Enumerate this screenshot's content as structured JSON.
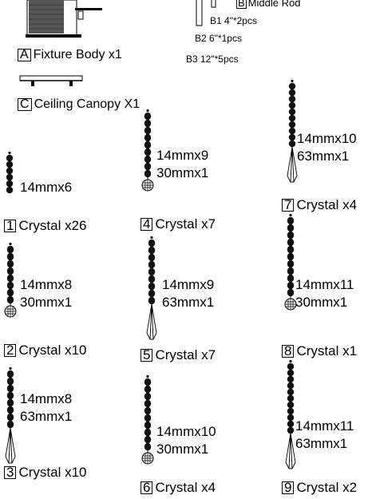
{
  "parts": {
    "a": {
      "letter": "A",
      "label": "Fixture Body  x1"
    },
    "b": {
      "letter": "B",
      "label": "Middle Rod",
      "b1": "B1   4\"*2pcs",
      "b2": "B2   6\"*1pcs",
      "b3": "B3   12\"*5pcs"
    },
    "c": {
      "letter": "C",
      "label": "Ceiling Canopy X1"
    }
  },
  "crystals": [
    {
      "num": "1",
      "lines": [
        "14mmx6"
      ],
      "label": "Crystal x26"
    },
    {
      "num": "2",
      "lines": [
        "14mmx8",
        "30mmx1"
      ],
      "label": "Crystal x10"
    },
    {
      "num": "3",
      "lines": [
        "14mmx8",
        "63mmx1"
      ],
      "label": "Crystal x10"
    },
    {
      "num": "4",
      "lines": [
        "14mmx9",
        "30mmx1"
      ],
      "label": "Crystal x7"
    },
    {
      "num": "5",
      "lines": [
        "14mmx9",
        "63mmx1"
      ],
      "label": "Crystal x7"
    },
    {
      "num": "6",
      "lines": [
        "14mmx10",
        "30mmx1"
      ],
      "label": "Crystal x4"
    },
    {
      "num": "7",
      "lines": [
        "14mmx10",
        "63mmx1"
      ],
      "label": "Crystal x4"
    },
    {
      "num": "8",
      "lines": [
        "14mmx11",
        "30mmx1"
      ],
      "label": "Crystal x1"
    },
    {
      "num": "9",
      "lines": [
        "14mmx11",
        "63mmx1"
      ],
      "label": "Crystal x2"
    }
  ]
}
